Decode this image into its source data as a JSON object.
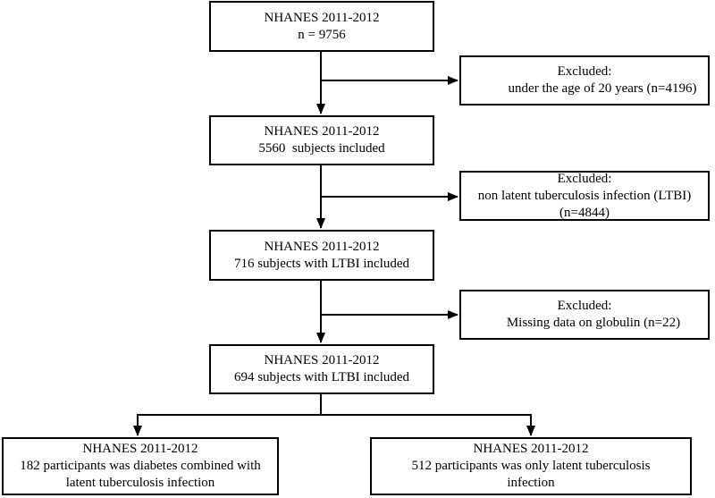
{
  "flowchart": {
    "steps": [
      {
        "line1": "NHANES 2011-2012",
        "line2": "n = 9756"
      },
      {
        "line1": "NHANES 2011-2012",
        "line2": "5560  subjects included"
      },
      {
        "line1": "NHANES 2011-2012",
        "line2": "716 subjects with LTBI included"
      },
      {
        "line1": "NHANES 2011-2012",
        "line2": "694 subjects with LTBI included"
      }
    ],
    "exclusions": [
      {
        "line1": "Excluded:",
        "line2": "under the age of 20 years (n=4196)",
        "line3": ""
      },
      {
        "line1": "Excluded:",
        "line2": "non latent tuberculosis infection (LTBI)",
        "line3": "(n=4844)"
      },
      {
        "line1": "Excluded:",
        "line2": "Missing data on globulin (n=22)",
        "line3": ""
      }
    ],
    "final_groups": [
      {
        "line1": "NHANES 2011-2012",
        "line2": "182 participants was diabetes combined with",
        "line3": "latent tuberculosis infection"
      },
      {
        "line1": "NHANES 2011-2012",
        "line2": "512 participants was only latent tuberculosis",
        "line3": "infection"
      }
    ]
  }
}
